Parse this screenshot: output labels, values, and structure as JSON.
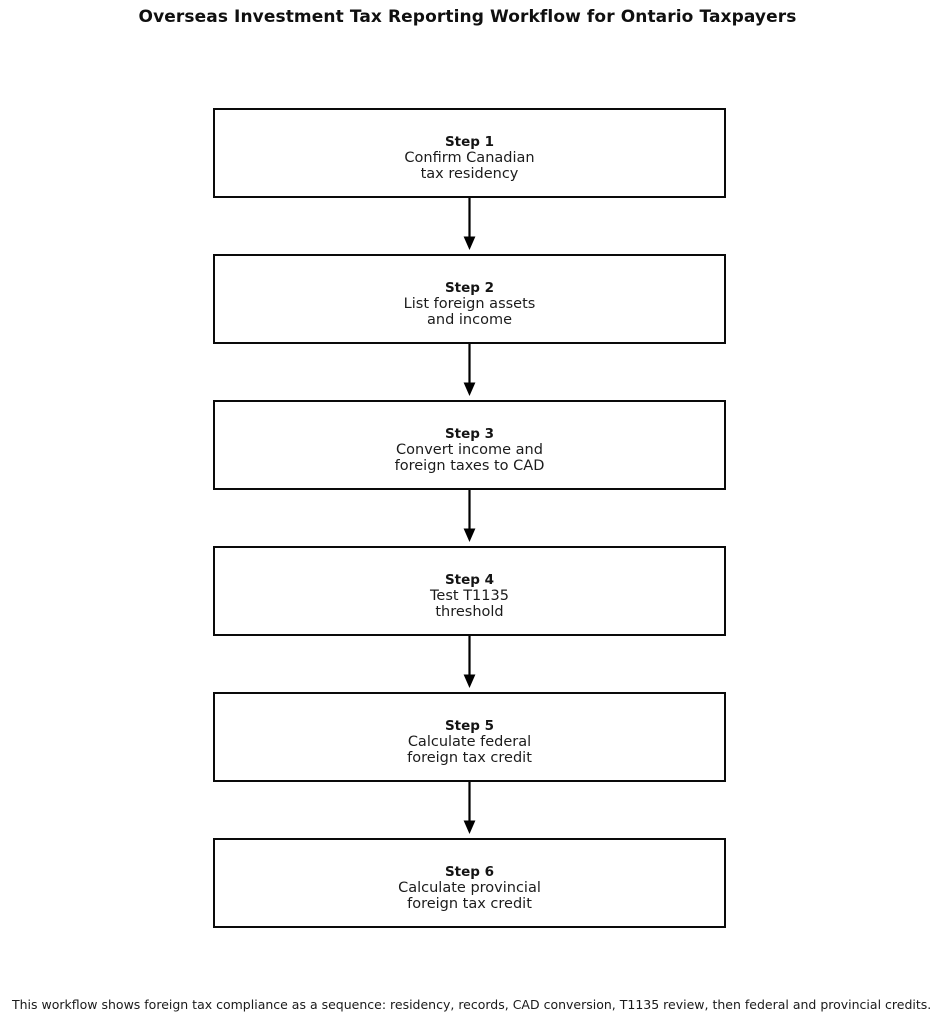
{
  "figure": {
    "title": "Overseas Investment Tax Reporting Workflow for Ontario Taxpayers",
    "caption": "This workflow shows foreign tax compliance as a sequence: residency, records, CAD conversion, T1135 review, then federal and provincial credits.",
    "background_color": "#ffffff",
    "box_border_color": "#0a0a0a",
    "box_fill_color": "#ffffff",
    "text_color": "#1a1a1a",
    "arrow_color": "#000000"
  },
  "chart_data": {
    "type": "diagram",
    "diagram_kind": "flowchart",
    "orientation": "vertical",
    "title": "Overseas Investment Tax Reporting Workflow for Ontario Taxpayers",
    "caption": "This workflow shows foreign tax compliance as a sequence: residency, records, CAD conversion, T1135 review, then federal and provincial credits.",
    "node_count": 6,
    "edge_count": 5,
    "nodes": [
      {
        "id": "step-1",
        "step_label": "Step 1",
        "line1": "Confirm Canadian",
        "line2": "tax residency",
        "text": "Step 1\nConfirm Canadian\ntax residency"
      },
      {
        "id": "step-2",
        "step_label": "Step 2",
        "line1": "List foreign assets",
        "line2": "and income",
        "text": "Step 2\nList foreign assets\nand income"
      },
      {
        "id": "step-3",
        "step_label": "Step 3",
        "line1": "Convert income and",
        "line2": "foreign taxes to CAD",
        "text": "Step 3\nConvert income and\nforeign taxes to CAD"
      },
      {
        "id": "step-4",
        "step_label": "Step 4",
        "line1": "Test T1135",
        "line2": "threshold",
        "text": "Step 4\nTest T1135\nthreshold"
      },
      {
        "id": "step-5",
        "step_label": "Step 5",
        "line1": "Calculate federal",
        "line2": "foreign tax credit",
        "text": "Step 5\nCalculate federal\nforeign tax credit"
      },
      {
        "id": "step-6",
        "step_label": "Step 6",
        "line1": "Calculate provincial",
        "line2": "foreign tax credit",
        "text": "Step 6\nCalculate provincial\nforeign tax credit"
      }
    ],
    "edges": [
      {
        "from": "step-1",
        "to": "step-2",
        "label": "",
        "style": "solid-arrow-down"
      },
      {
        "from": "step-2",
        "to": "step-3",
        "label": "",
        "style": "solid-arrow-down"
      },
      {
        "from": "step-3",
        "to": "step-4",
        "label": "",
        "style": "solid-arrow-down"
      },
      {
        "from": "step-4",
        "to": "step-5",
        "label": "",
        "style": "solid-arrow-down"
      },
      {
        "from": "step-5",
        "to": "step-6",
        "label": "",
        "style": "solid-arrow-down"
      }
    ]
  }
}
